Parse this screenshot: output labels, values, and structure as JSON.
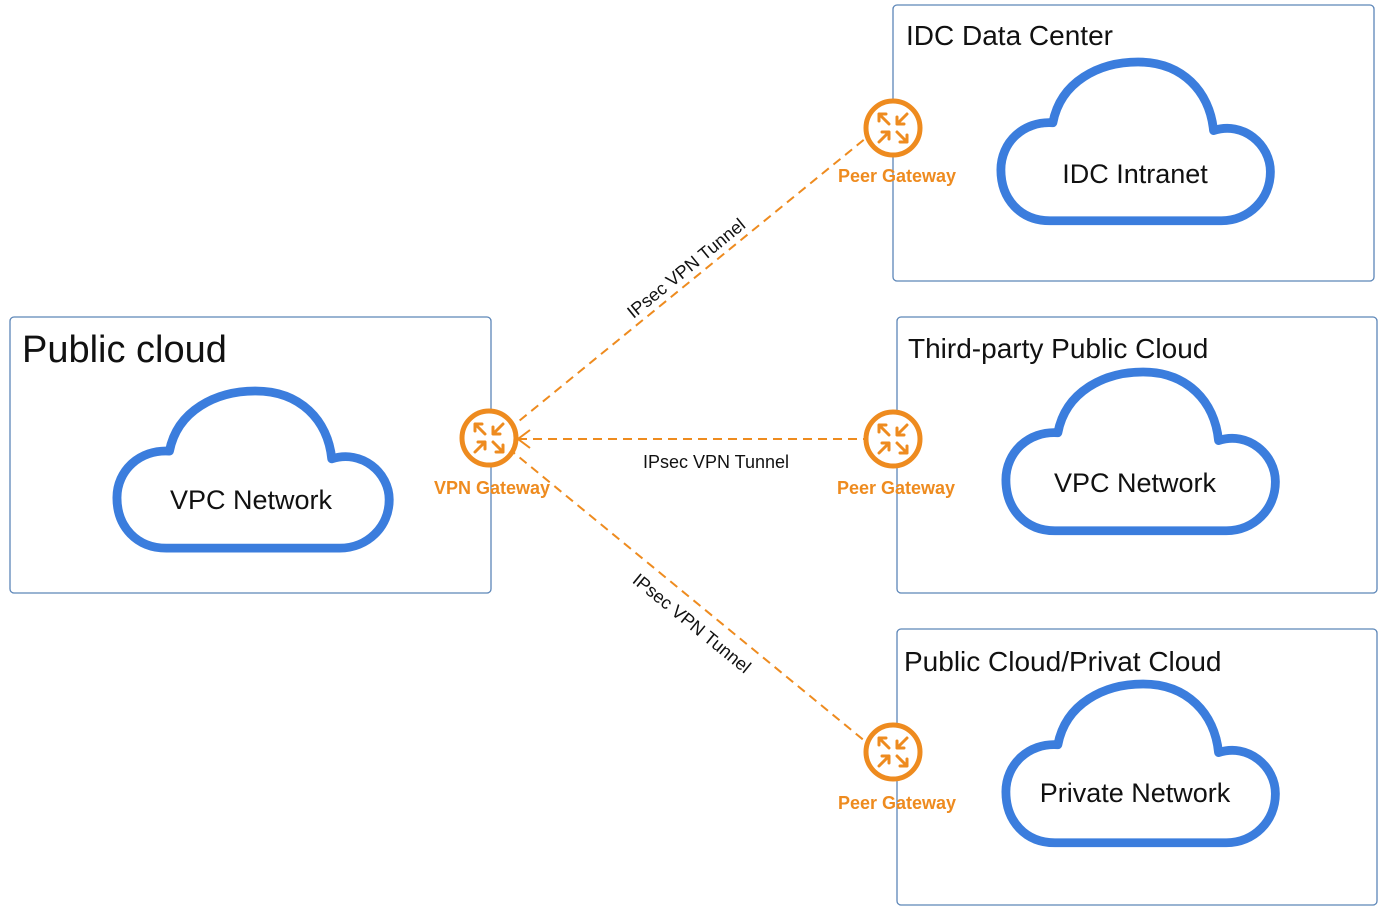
{
  "regions": {
    "public_cloud": {
      "title": "Public cloud",
      "cloud_label": "VPC Network",
      "gateway_label": "VPN Gateway"
    },
    "idc": {
      "title": "IDC Data Center",
      "cloud_label": "IDC Intranet",
      "gateway_label": "Peer Gateway"
    },
    "third_party": {
      "title": "Third-party Public Cloud",
      "cloud_label": "VPC Network",
      "gateway_label": "Peer Gateway"
    },
    "private": {
      "title": "Public Cloud/Privat Cloud",
      "cloud_label": "Private Network",
      "gateway_label": "Peer Gateway"
    }
  },
  "tunnels": {
    "to_idc": "IPsec VPN Tunnel",
    "to_third_party": "IPsec VPN Tunnel",
    "to_private": "IPsec VPN Tunnel"
  },
  "icons": {
    "gateway": "router-icon",
    "network": "cloud-icon"
  },
  "colors": {
    "accent_orange": "#ee8b1f",
    "cloud_blue": "#3b7ddd",
    "box_border": "#5c86b8"
  }
}
